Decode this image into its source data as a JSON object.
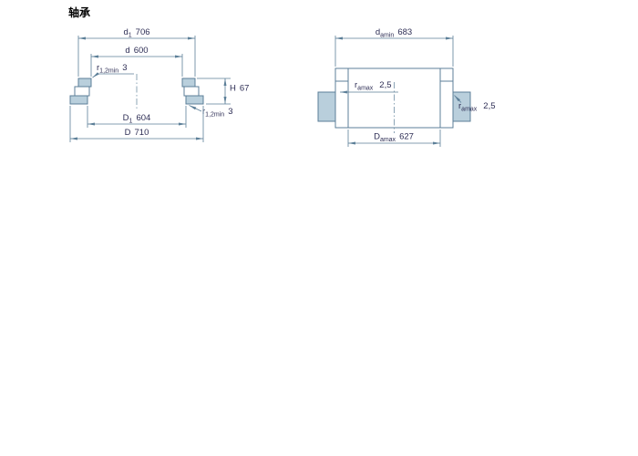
{
  "title": "轴承",
  "colors": {
    "drawing_line": "#5c7f98",
    "section_fill": "#b9cfdc",
    "dimension_text": "#2e2e55",
    "title_text": "#000000",
    "background": "#ffffff"
  },
  "left_view": {
    "dim_d1": {
      "base": "d",
      "sub": "1",
      "value": "706"
    },
    "dim_d": {
      "base": "d",
      "value": "600"
    },
    "dim_r_top": {
      "base": "r",
      "sub": "1,2min",
      "value": "3"
    },
    "dim_H": {
      "base": "H",
      "value": "67"
    },
    "dim_r_bottom": {
      "base": "r",
      "sub": "1,2min",
      "value": "3"
    },
    "dim_D1": {
      "base": "D",
      "sub": "1",
      "value": "604"
    },
    "dim_D": {
      "base": "D",
      "value": "710"
    }
  },
  "right_view": {
    "dim_damin": {
      "base": "d",
      "sub": "amin",
      "value": "683"
    },
    "dim_ra_inner": {
      "base": "r",
      "sub": "amax",
      "value": "2,5"
    },
    "dim_ra_right": {
      "base": "r",
      "sub": "amax",
      "value": "2,5"
    },
    "dim_Damax": {
      "base": "D",
      "sub": "amax",
      "value": "627"
    }
  }
}
